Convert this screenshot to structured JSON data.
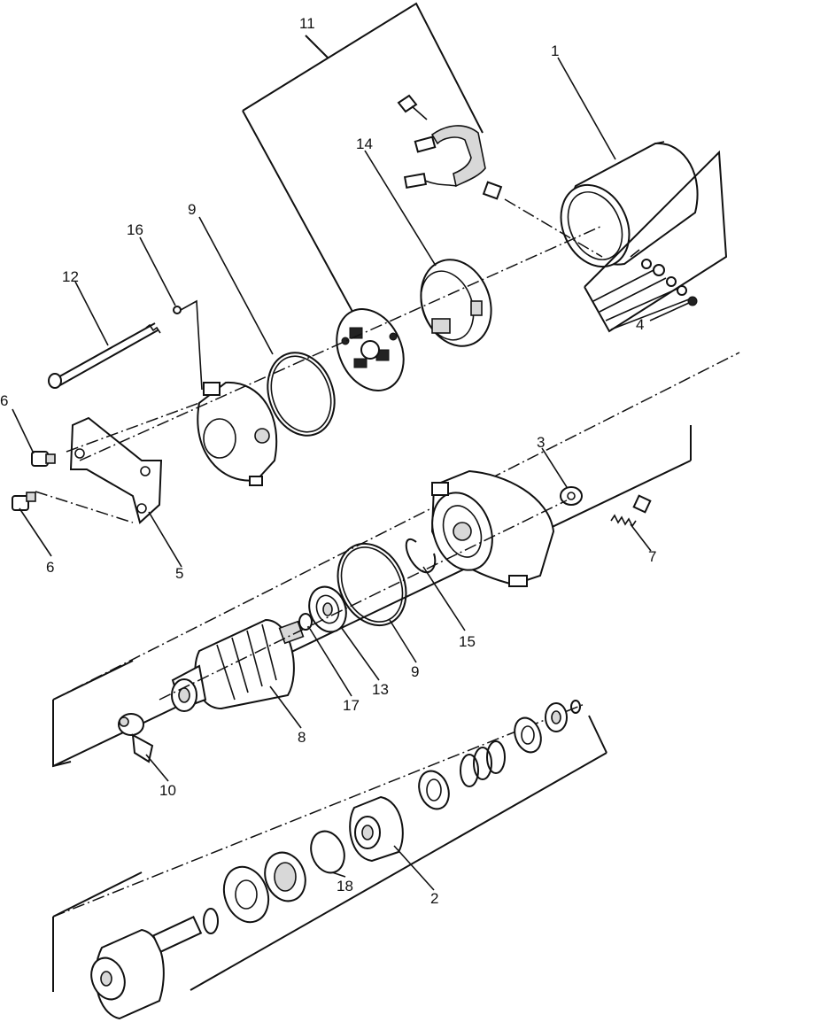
{
  "callouts": [
    {
      "id": "1",
      "text": "1"
    },
    {
      "id": "2",
      "text": "2"
    },
    {
      "id": "3",
      "text": "3"
    },
    {
      "id": "4",
      "text": "4"
    },
    {
      "id": "5",
      "text": "5"
    },
    {
      "id": "6a",
      "text": "6"
    },
    {
      "id": "6b",
      "text": "6"
    },
    {
      "id": "7",
      "text": "7"
    },
    {
      "id": "8",
      "text": "8"
    },
    {
      "id": "9a",
      "text": "9"
    },
    {
      "id": "9b",
      "text": "9"
    },
    {
      "id": "10",
      "text": "10"
    },
    {
      "id": "11",
      "text": "11"
    },
    {
      "id": "12",
      "text": "12"
    },
    {
      "id": "13",
      "text": "13"
    },
    {
      "id": "14",
      "text": "14"
    },
    {
      "id": "15",
      "text": "15"
    },
    {
      "id": "16",
      "text": "16"
    },
    {
      "id": "17",
      "text": "17"
    },
    {
      "id": "18",
      "text": "18"
    }
  ]
}
